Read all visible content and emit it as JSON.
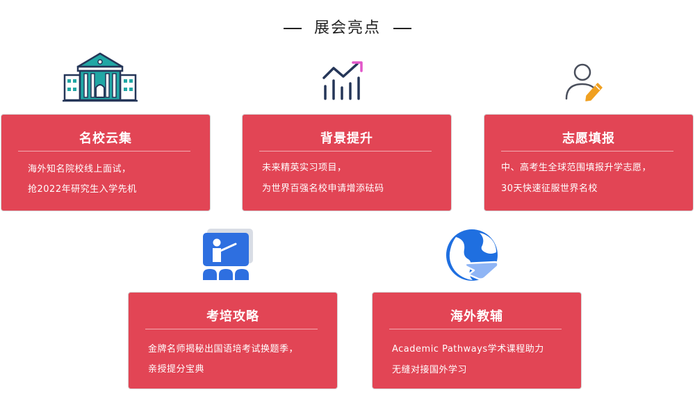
{
  "header": {
    "title": "展会亮点"
  },
  "colors": {
    "card_bg": "#e24555",
    "icon_teal": "#21a7a5",
    "icon_navy": "#253658",
    "icon_pink": "#e256c9",
    "icon_blue": "#2e6fe0",
    "icon_orange": "#f0a020"
  },
  "cards": [
    {
      "icon": "school-building-icon",
      "title": "名校云集",
      "lines": [
        "海外知名院校线上面试，",
        "抢2022年研究生入学先机"
      ]
    },
    {
      "icon": "growth-chart-icon",
      "title": "背景提升",
      "lines": [
        "未来精英实习项目，",
        "为世界百强名校申请增添砝码"
      ]
    },
    {
      "icon": "user-edit-icon",
      "title": "志愿填报",
      "lines": [
        "中、高考生全球范围填报升学志愿，",
        "30天快速征服世界名校"
      ]
    },
    {
      "icon": "teacher-board-icon",
      "title": "考培攻略",
      "lines": [
        "金牌名师揭秘出国语培考试换题季，",
        "亲授提分宝典"
      ]
    },
    {
      "icon": "globe-plane-icon",
      "title": "海外教辅",
      "lines": [
        "Academic Pathways学术课程助力",
        "无缝对接国外学习"
      ]
    }
  ]
}
